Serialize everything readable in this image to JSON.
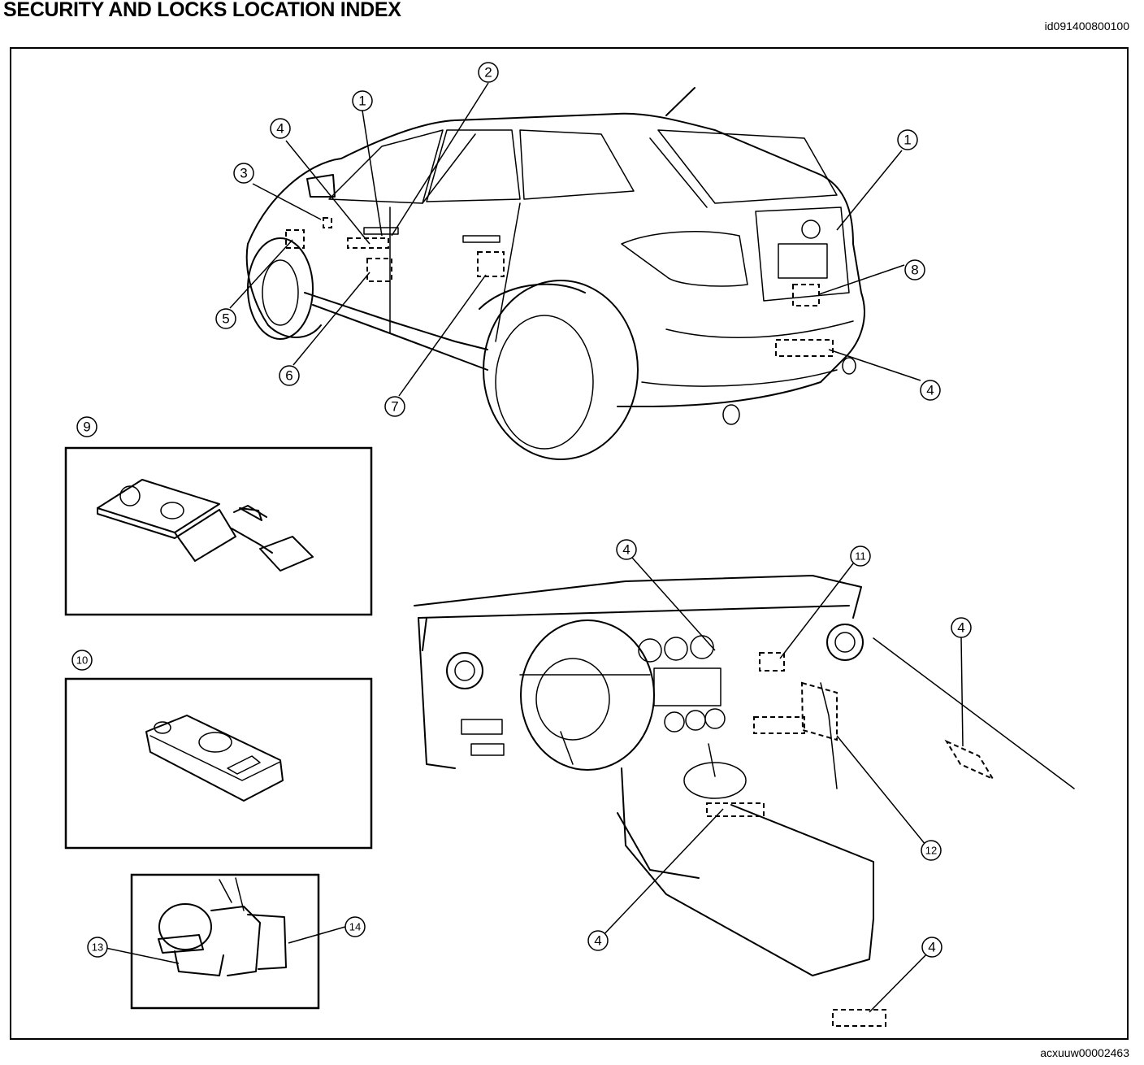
{
  "header": {
    "title": "SECURITY AND LOCKS LOCATION INDEX",
    "doc_id": "id091400800100"
  },
  "footer": {
    "image_id": "acxuuw00002463"
  },
  "callouts": {
    "c1a": "1",
    "c1b": "1",
    "c2": "2",
    "c3": "3",
    "c4a": "4",
    "c4b": "4",
    "c4c": "4",
    "c4d": "4",
    "c4e": "4",
    "c4f": "4",
    "c5": "5",
    "c6": "6",
    "c7": "7",
    "c8": "8",
    "c9": "9",
    "c10": "10",
    "c11": "11",
    "c12": "12",
    "c13": "13",
    "c14": "14"
  }
}
